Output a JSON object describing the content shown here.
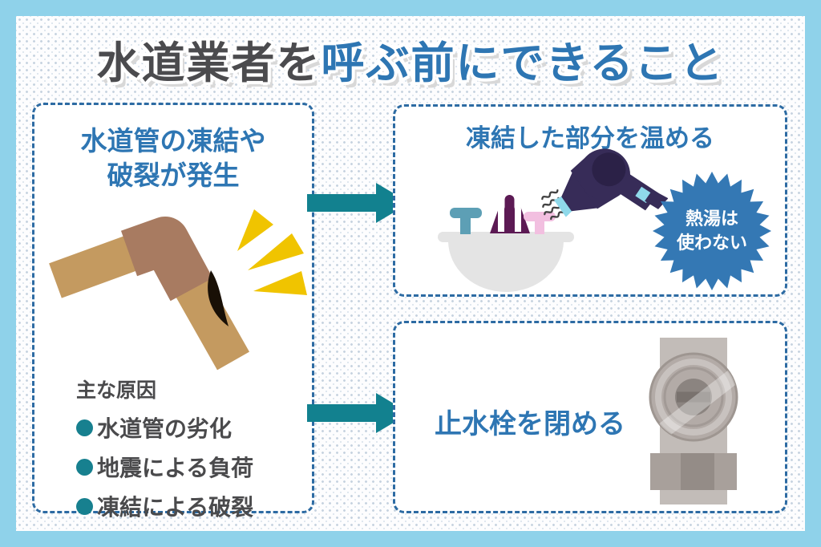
{
  "title": {
    "dark": "水道業者を",
    "accent": "呼ぶ前にできること"
  },
  "left_panel": {
    "heading_line1": "水道管の凍結や",
    "heading_line2": "破裂が発生",
    "causes_label": "主な原因",
    "causes": [
      "水道管の劣化",
      "地震による負荷",
      "凍結による破裂"
    ]
  },
  "top_right_panel": {
    "heading": "凍結した部分を温める",
    "badge_line1": "熱湯は",
    "badge_line2": "使わない"
  },
  "bottom_right_panel": {
    "heading": "止水栓を閉める"
  },
  "illustrations": {
    "burst_pipe": "burst-pipe-with-crack-and-emphasis-marks",
    "sink_hairdryer": "sink-warmed-by-hairdryer",
    "stop_valve": "water-stop-valve",
    "arrows": "teal-right-arrow"
  },
  "colors": {
    "frame_blue": "#8fd2ea",
    "dot_gray_blue": "#c7d3e0",
    "panel_border_blue": "#2d6ba3",
    "title_dark": "#4b4b4e",
    "heading_blue": "#2e76b3",
    "text_dark": "#4a4a4c",
    "teal": "#17808f",
    "badge_blue": "#3478b4",
    "emphasis_yellow": "#f0c400",
    "pipe_tan": "#c49a60",
    "pipe_elbow_brown": "#a87b61",
    "sink_gray": "#e4e4e4",
    "handle_blue": "#5d9fb5",
    "handle_pink": "#f2bfe0",
    "faucet_purple": "#5c1a54",
    "dryer_indigo": "#372c58",
    "dryer_cyan": "#8fd9ea",
    "valve_gray": "#b3aba7"
  }
}
